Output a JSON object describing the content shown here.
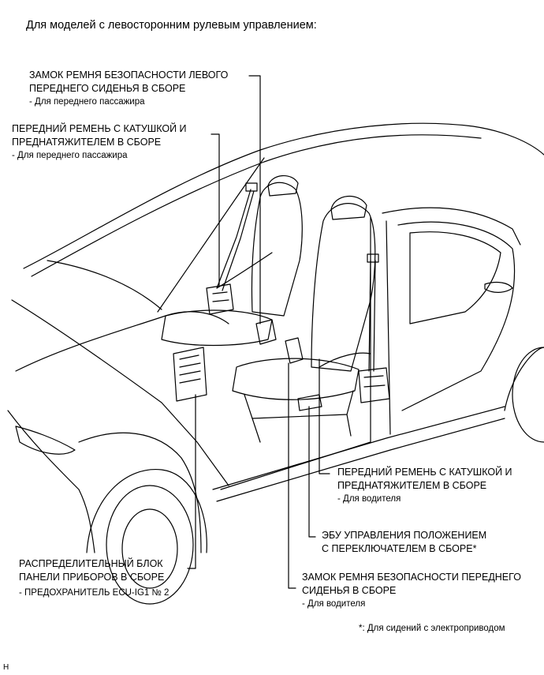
{
  "title": "Для моделей с левосторонним рулевым управлением:",
  "callouts": {
    "buckle_left": {
      "lines": [
        "ЗАМОК РЕМНЯ БЕЗОПАСНОСТИ ЛЕВОГО",
        "ПЕРЕДНЕГО СИДЕНЬЯ В СБОРЕ"
      ],
      "note": "- Для переднего пассажира"
    },
    "belt_passenger": {
      "lines": [
        "ПЕРЕДНИЙ РЕМЕНЬ С КАТУШКОЙ И",
        "ПРЕДНАТЯЖИТЕЛЕМ В СБОРЕ"
      ],
      "note": "- Для переднего пассажира"
    },
    "belt_driver": {
      "lines": [
        "ПЕРЕДНИЙ РЕМЕНЬ С КАТУШКОЙ И",
        "ПРЕДНАТЯЖИТЕЛЕМ В СБОРЕ"
      ],
      "note": "- Для водителя"
    },
    "ecu_seat": {
      "lines": [
        "ЭБУ УПРАВЛЕНИЯ ПОЛОЖЕНИЕМ",
        "С ПЕРЕКЛЮЧАТЕЛЕМ В СБОРЕ*"
      ]
    },
    "junction_block": {
      "lines": [
        "РАСПРЕДЕЛИТЕЛЬНЫЙ БЛОК",
        "ПАНЕЛИ ПРИБОРОВ В СБОРЕ"
      ],
      "note": "- ПРЕДОХРАНИТЕЛЬ ECU-IG1 № 2"
    },
    "buckle_driver": {
      "lines": [
        "ЗАМОК РЕМНЯ БЕЗОПАСНОСТИ ПЕРЕДНЕГО",
        "СИДЕНЬЯ В СБОРЕ"
      ],
      "note": "- Для водителя"
    }
  },
  "footnote": "*: Для сидений с электроприводом",
  "corner_mark": "H"
}
